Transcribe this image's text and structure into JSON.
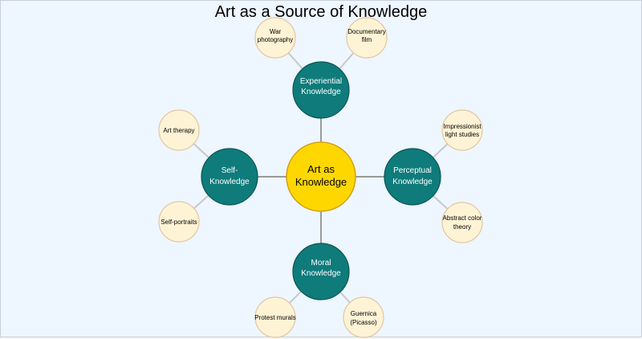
{
  "title": "Art as a Source of Knowledge",
  "colors": {
    "background": "#eef6ff",
    "center_fill": "#ffd700",
    "center_stroke": "#d4a017",
    "hub_fill": "#0f7b7b",
    "hub_stroke": "#0a5555",
    "leaf_fill": "#fff3d6",
    "leaf_stroke": "#e2c7a0",
    "hub_link": "#9a9a9a",
    "leaf_link": "#c8c8c8"
  },
  "center": {
    "lines": [
      "Art as",
      "Knowledge"
    ]
  },
  "hubs": [
    {
      "id": "experiential",
      "lines": [
        "Experiential",
        "Knowledge"
      ],
      "leaves": [
        {
          "lines": [
            "War",
            "photography"
          ]
        },
        {
          "lines": [
            "Documentary",
            "film"
          ]
        }
      ]
    },
    {
      "id": "self",
      "lines": [
        "Self-",
        "Knowledge"
      ],
      "leaves": [
        {
          "lines": [
            "Art therapy"
          ]
        },
        {
          "lines": [
            "Self-portraits"
          ]
        }
      ]
    },
    {
      "id": "perceptual",
      "lines": [
        "Perceptual",
        "Knowledge"
      ],
      "leaves": [
        {
          "lines": [
            "Impressionist",
            "light studies"
          ]
        },
        {
          "lines": [
            "Abstract color",
            "theory"
          ]
        }
      ]
    },
    {
      "id": "moral",
      "lines": [
        "Moral",
        "Knowledge"
      ],
      "leaves": [
        {
          "lines": [
            "Protest murals"
          ]
        },
        {
          "lines": [
            "Guernica",
            "(Picasso)"
          ]
        }
      ]
    }
  ]
}
